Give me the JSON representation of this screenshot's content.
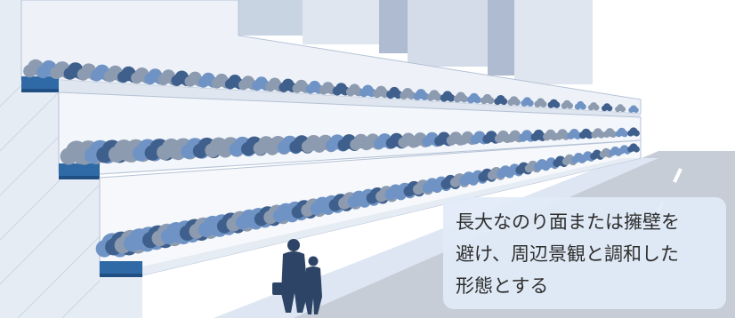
{
  "scene": {
    "colors": {
      "sky": "#ffffff",
      "building": "#c9d4e3",
      "building_dark": "#aebbd0",
      "wall_face": "#eef2f8",
      "wall_edge": "#b4c2d6",
      "ledge": "#2f6aa6",
      "ledge_dark": "#1f4f83",
      "road": "#c7cdd6",
      "road_mark": "#ffffff",
      "sidewalk": "#dde6f2",
      "bush_gray": "#8d9bb0",
      "bush_blue": "#6f93c4",
      "bush_dark": "#3f5f8c",
      "figure": "#2d4466"
    },
    "icons": [
      "retaining-wall",
      "shrubs",
      "pedestrian-figures",
      "road"
    ]
  },
  "caption": {
    "lines": [
      "長大なのり面または擁壁を",
      "避け、周辺景観と調和した",
      "形態とする"
    ]
  }
}
